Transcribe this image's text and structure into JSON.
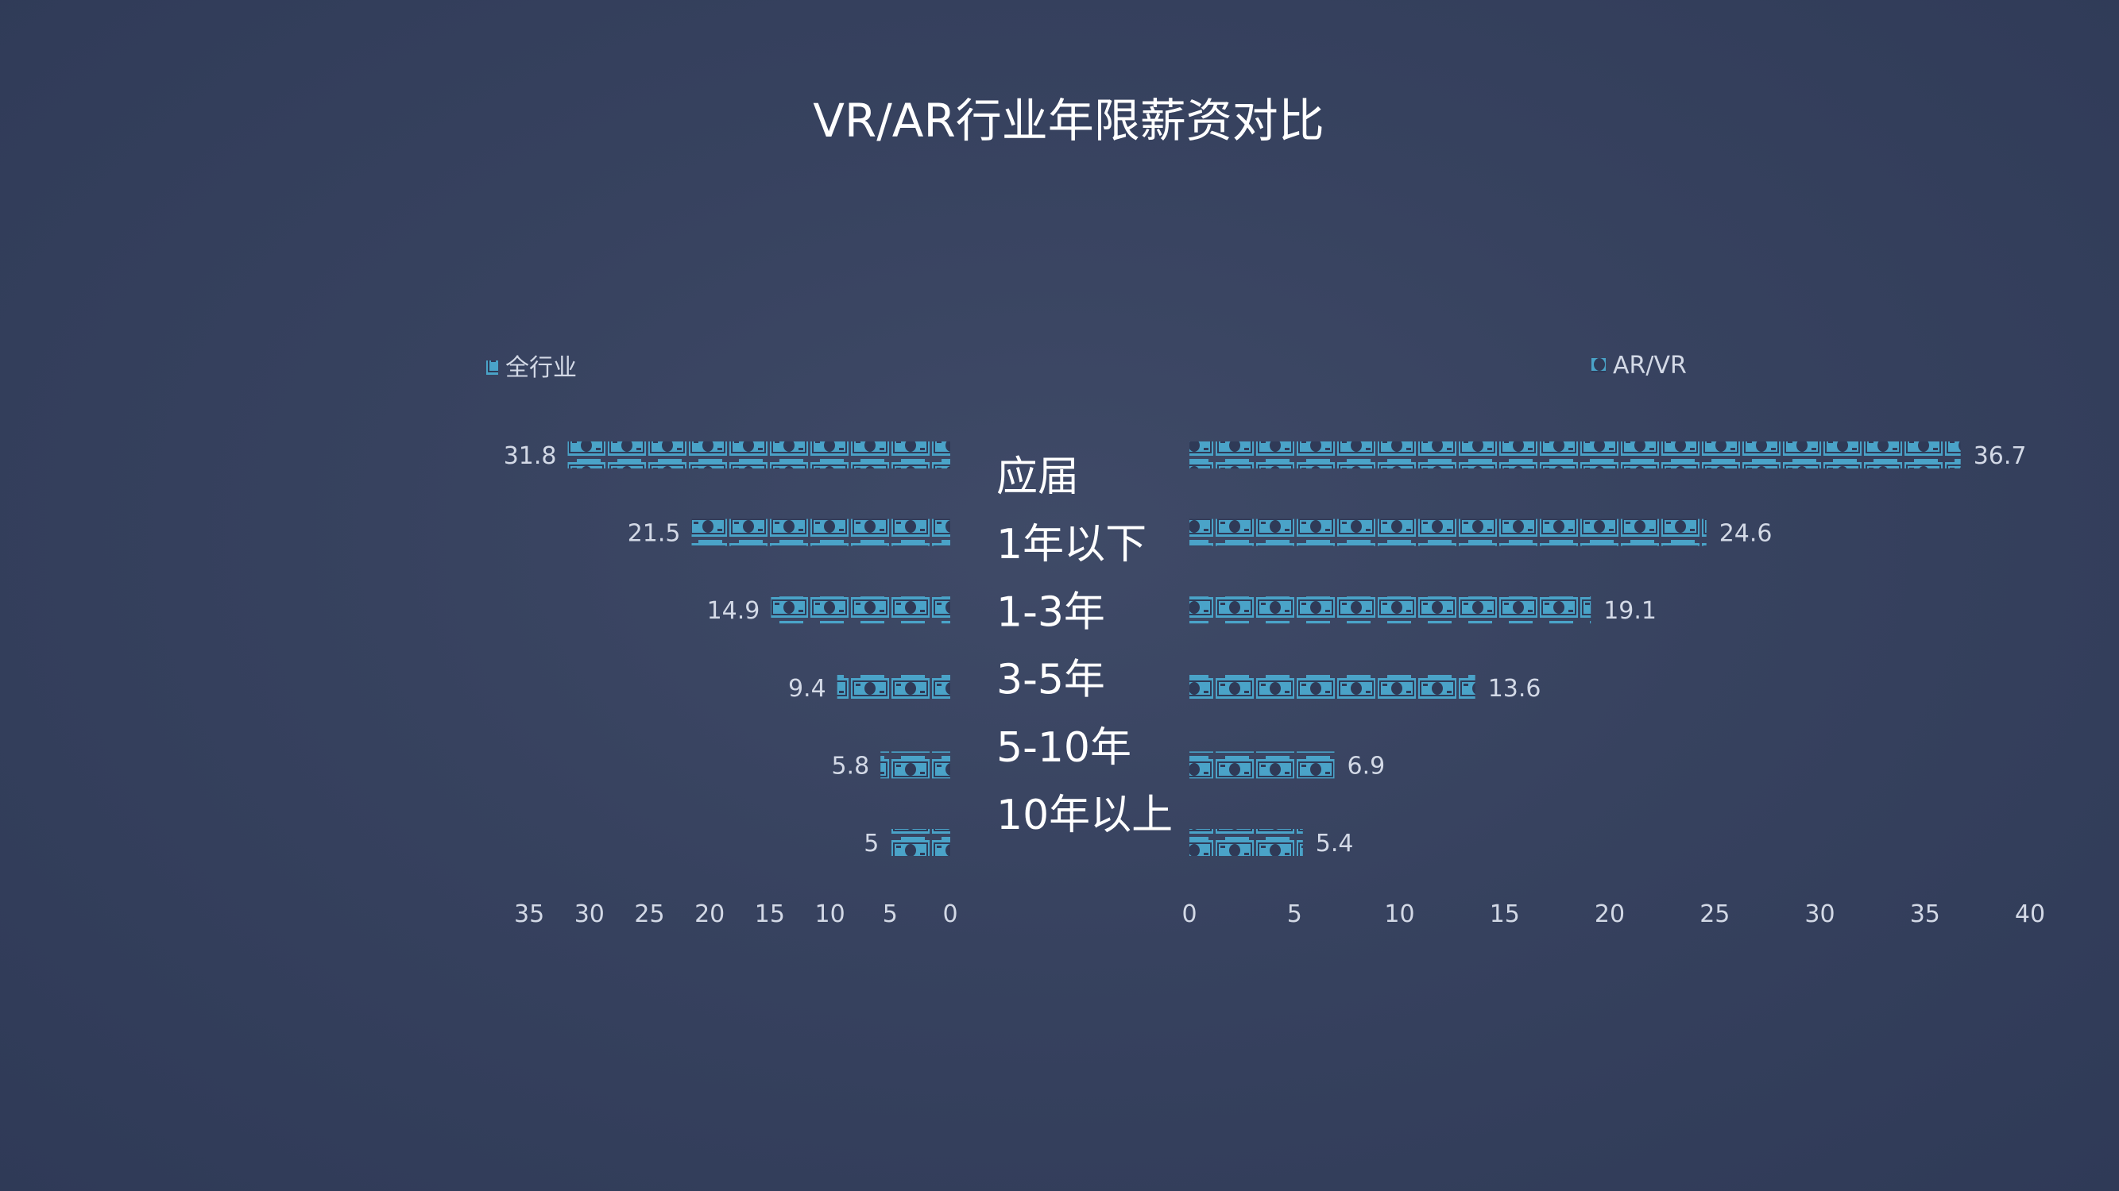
{
  "title": "VR/AR行业年限薪资对比",
  "colors": {
    "bar": "#4aa3c8",
    "text": "#d3d9e6",
    "title": "#ffffff"
  },
  "chart_data": {
    "type": "bar",
    "orientation": "horizontal",
    "layout": "butterfly",
    "categories": [
      "应届",
      "1年以下",
      "1-3年",
      "3-5年",
      "5-10年",
      "10年以上"
    ],
    "series": [
      {
        "name": "全行业",
        "values": [
          31.8,
          21.5,
          14.9,
          9.4,
          5.8,
          5
        ],
        "value_labels": [
          "31.8",
          "21.5",
          "14.9",
          "9.4",
          "5.8",
          "5"
        ],
        "axis": {
          "direction": "reversed",
          "xlim": [
            0,
            35
          ],
          "ticks": [
            "0",
            "5",
            "10",
            "15",
            "20",
            "25",
            "30",
            "35"
          ]
        }
      },
      {
        "name": "AR/VR",
        "values": [
          36.7,
          24.6,
          19.1,
          13.6,
          6.9,
          5.4
        ],
        "value_labels": [
          "36.7",
          "24.6",
          "19.1",
          "13.6",
          "6.9",
          "5.4"
        ],
        "axis": {
          "direction": "normal",
          "xlim": [
            0,
            40
          ],
          "ticks": [
            "0",
            "5",
            "10",
            "15",
            "20",
            "25",
            "30",
            "35",
            "40"
          ]
        }
      }
    ],
    "bar_style": "money-pictograph",
    "legend_placement": "top",
    "grid": false
  }
}
